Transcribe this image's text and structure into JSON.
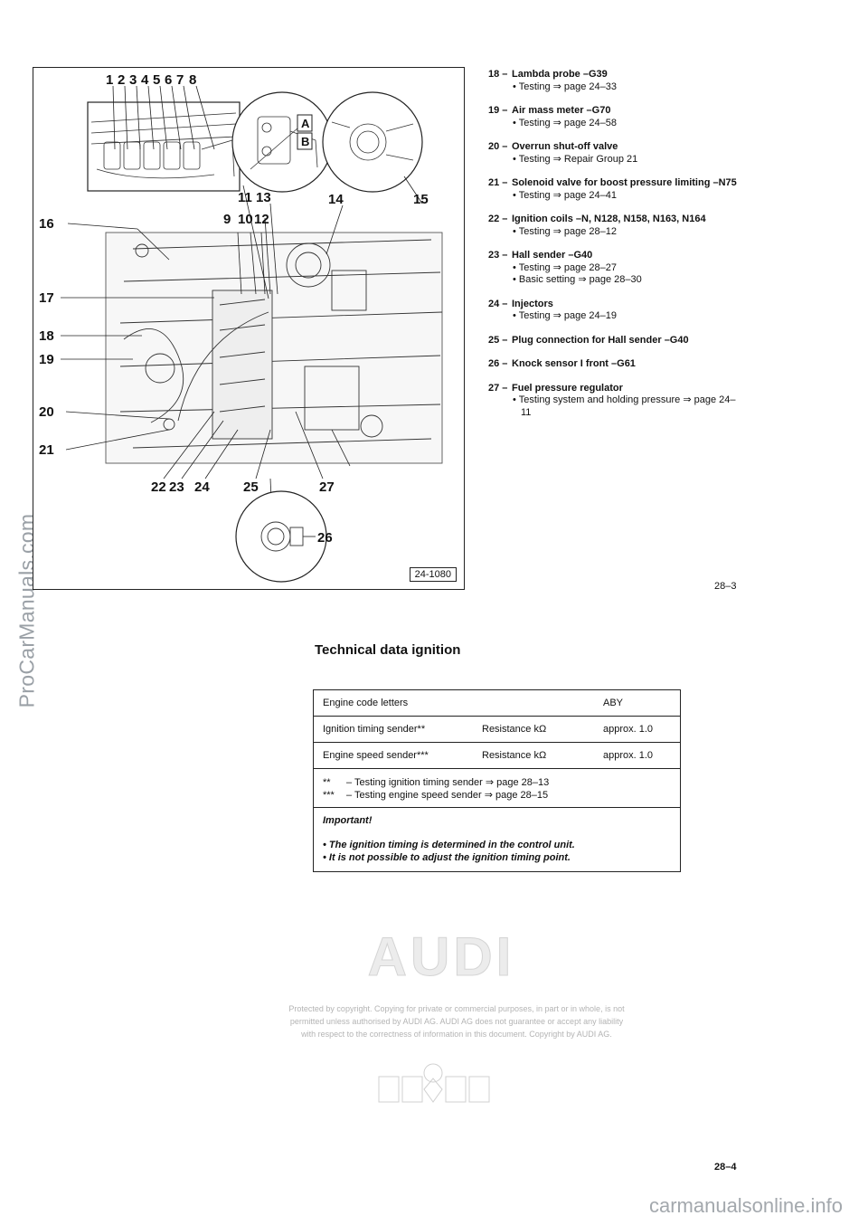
{
  "watermarks": {
    "side": "ProCarManuals.com",
    "bottom": "carmanualsonline.info"
  },
  "figure": {
    "callouts": {
      "top_row": [
        "1",
        "2",
        "3",
        "4",
        "5",
        "6",
        "7",
        "8"
      ],
      "left": [
        "16",
        "17",
        "18",
        "19",
        "20",
        "21"
      ],
      "mid_upper": [
        "11",
        "13",
        "9",
        "10",
        "12"
      ],
      "right": [
        "14",
        "15"
      ],
      "bottom": [
        "22",
        "23",
        "24",
        "25",
        "27"
      ],
      "circle": "26",
      "inset_letters": [
        "A",
        "B"
      ]
    },
    "ref": "24-1080"
  },
  "legend": [
    {
      "num": "18 –",
      "title": "Lambda probe –G39",
      "subs": [
        "Testing ⇒ page 24–33"
      ]
    },
    {
      "num": "19 –",
      "title": "Air mass meter –G70",
      "subs": [
        "Testing ⇒ page 24–58"
      ]
    },
    {
      "num": "20 –",
      "title": "Overrun shut-off valve",
      "subs": [
        "Testing ⇒ Repair Group 21"
      ]
    },
    {
      "num": "21 –",
      "title": "Solenoid valve for boost pressure limiting –N75",
      "subs": [
        "Testing ⇒ page 24–41"
      ]
    },
    {
      "num": "22 –",
      "title": "Ignition coils –N, N128, N158, N163, N164",
      "subs": [
        "Testing ⇒ page 28–12"
      ]
    },
    {
      "num": "23 –",
      "title": "Hall sender –G40",
      "subs": [
        "Testing ⇒ page 28–27",
        "Basic setting ⇒ page 28–30"
      ]
    },
    {
      "num": "24 –",
      "title": "Injectors",
      "subs": [
        "Testing ⇒ page 24–19"
      ]
    },
    {
      "num": "25 –",
      "title": "Plug connection for Hall sender –G40",
      "subs": []
    },
    {
      "num": "26 –",
      "title": "Knock sensor I front –G61",
      "subs": []
    },
    {
      "num": "27 –",
      "title": "Fuel pressure regulator",
      "subs": [
        "Testing system and holding pressure ⇒ page 24–11"
      ]
    }
  ],
  "page_numbers": {
    "upper": "28–3",
    "lower": "28–4"
  },
  "section_title": "Technical data ignition",
  "table": {
    "rows": [
      {
        "label": "Engine code letters",
        "unit": "",
        "value": "ABY"
      },
      {
        "label": "Ignition timing sender**",
        "unit": "Resistance kΩ",
        "value": "approx. 1.0"
      },
      {
        "label": "Engine speed sender***",
        "unit": "Resistance kΩ",
        "value": "approx. 1.0"
      }
    ],
    "notes": [
      {
        "mark": "**",
        "text": "– Testing ignition timing sender ⇒ page 28–13"
      },
      {
        "mark": "***",
        "text": "– Testing engine speed sender ⇒ page 28–15"
      }
    ],
    "important": {
      "heading": "Important!",
      "points": [
        "The ignition timing is determined in the control unit.",
        "It is not possible to adjust the ignition timing point."
      ]
    }
  },
  "footer": {
    "logo_text": "AUDI",
    "copyright_lines": [
      "Protected by copyright. Copying for private or commercial purposes, in part or in whole, is not",
      "permitted unless authorised by AUDI AG. AUDI AG does not guarantee or accept any liability",
      "with respect to the correctness of information in this document. Copyright by AUDI AG."
    ]
  }
}
